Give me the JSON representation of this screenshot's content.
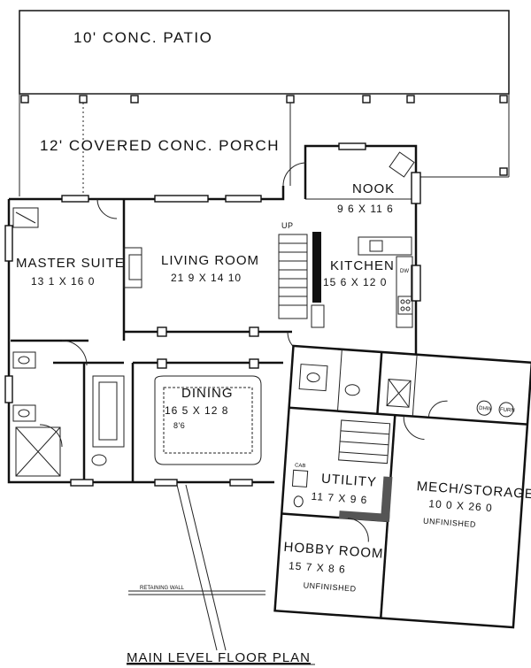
{
  "labels": {
    "patio": "10' CONC. PATIO",
    "porch": "12' COVERED CONC. PORCH",
    "master_suite": "MASTER SUITE",
    "master_suite_dims": "13 1 X 16 0",
    "living_room": "LIVING ROOM",
    "living_room_dims": "21 9 X 14 10",
    "nook": "NOOK",
    "nook_dims": "9 6 X 11 6",
    "kitchen": "KITCHEN",
    "kitchen_dims": "15 6 X 12 0",
    "dining": "DINING",
    "dining_dims": "16 5 X 12 8",
    "dining_ceiling": "8'6",
    "utility": "UTILITY",
    "utility_dims": "11 7 X 9 6",
    "mech_storage": "MECH/STORAGE",
    "mech_storage_dims": "10 0 X 26 0",
    "mech_unfinished": "UNFINISHED",
    "hobby_room": "HOBBY ROOM",
    "hobby_room_dims": "15 7 X 8 6",
    "hobby_unfinished": "UNFINISHED",
    "up": "UP",
    "dw": "DW",
    "cab": "CAB",
    "dhw": "DHW",
    "furn": "FURN",
    "retaining_wall": "RETAINING WALL",
    "plan_title": "MAIN LEVEL FLOOR PLAN"
  }
}
